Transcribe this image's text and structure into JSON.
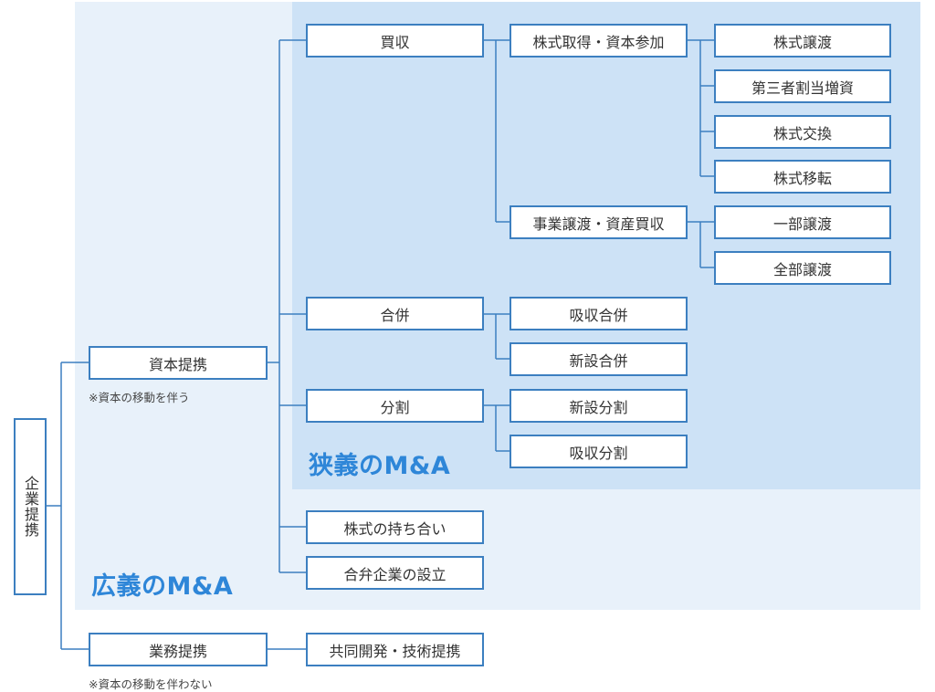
{
  "regions": {
    "narrow_label": "狭義のM&A",
    "wide_label": "広義のM&A"
  },
  "nodes": {
    "kigyou_teikei": "企業提携",
    "shihon_teikei": "資本提携",
    "gyoumu_teikei": "業務提携",
    "baishu": "買収",
    "gappei": "合併",
    "bunkatsu": "分割",
    "kabushiki_mochiai": "株式の持ち合い",
    "goben_setsuritsu": "合弁企業の設立",
    "kyoudou_kaihatsu": "共同開発・技術提携",
    "kabushiki_shutoku": "株式取得・資本参加",
    "jigyou_jouto": "事業譲渡・資産買収",
    "kyushu_gappei": "吸収合併",
    "shinsetsu_gappei": "新設合併",
    "shinsetsu_bunkatsu": "新設分割",
    "kyushu_bunkatsu": "吸収分割",
    "kabushiki_jouto": "株式譲渡",
    "daisansha_warite": "第三者割当増資",
    "kabushiki_koukan": "株式交換",
    "kabushiki_iten": "株式移転",
    "ichibu_jouto": "一部譲渡",
    "zenbu_jouto": "全部譲渡"
  },
  "notes": {
    "shihon_note": "※資本の移動を伴う",
    "gyoumu_note": "※資本の移動を伴わない"
  },
  "colors": {
    "line": "#3c7fc0",
    "label": "#2e86d8",
    "wide_bg": "#e8f1fa",
    "narrow_bg": "#cde2f6"
  }
}
